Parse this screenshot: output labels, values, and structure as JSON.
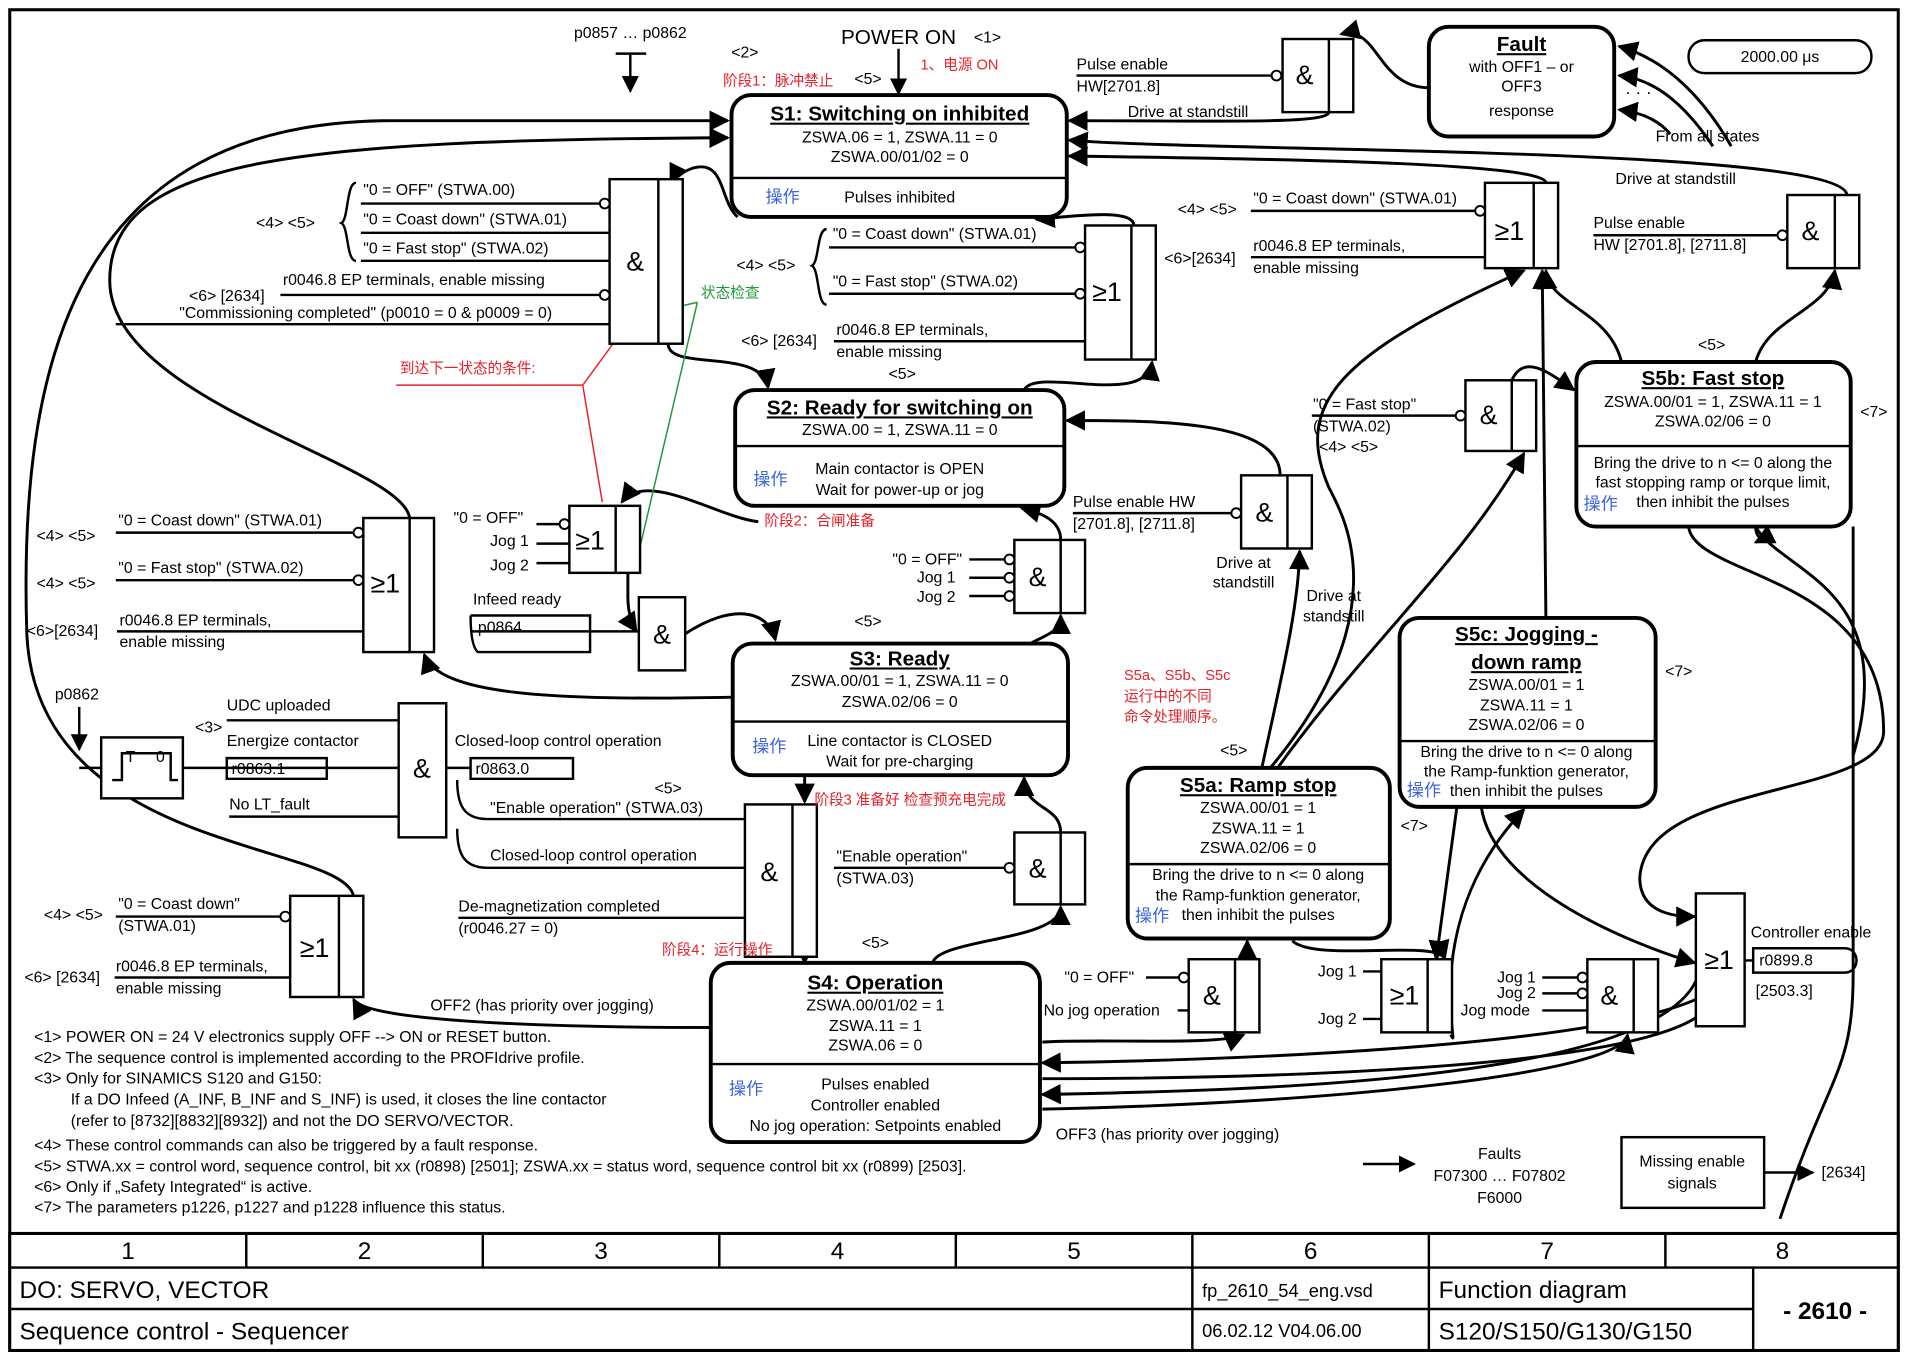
{
  "top": {
    "params": "p0857 … p0862",
    "ref2": "<2>",
    "power_on": "POWER ON",
    "ref1": "<1>",
    "cn_power_on": "1、电源 ON",
    "cn_stage1": "阶段1：脉冲禁止",
    "ref5": "<5>",
    "timing": "2000.00 μs"
  },
  "states": {
    "s1": {
      "title": "S1: Switching on inhibited",
      "lines": [
        "ZSWA.06 = 1, ZSWA.11 = 0",
        "ZSWA.00/01/02 = 0"
      ],
      "action": "操作",
      "desc": [
        "Pulses inhibited"
      ]
    },
    "s2": {
      "title": "S2: Ready for switching on",
      "lines": [
        "ZSWA.00 = 1, ZSWA.11 = 0"
      ],
      "action": "操作",
      "desc": [
        "Main contactor is OPEN",
        "Wait for power-up or jog"
      ]
    },
    "s3": {
      "title": "S3: Ready",
      "lines": [
        "ZSWA.00/01 = 1, ZSWA.11 = 0",
        "ZSWA.02/06 = 0"
      ],
      "action": "操作",
      "desc": [
        "Line contactor is CLOSED",
        "Wait for pre-charging"
      ]
    },
    "s4": {
      "title": "S4: Operation",
      "lines": [
        "ZSWA.00/01/02 = 1",
        "ZSWA.11 = 1",
        "ZSWA.06 = 0"
      ],
      "action": "操作",
      "desc": [
        "Pulses enabled",
        "Controller enabled",
        "No jog operation: Setpoints enabled"
      ]
    },
    "s5a": {
      "title": "S5a: Ramp stop",
      "lines": [
        "ZSWA.00/01 = 1",
        "ZSWA.11 = 1",
        "ZSWA.02/06 = 0"
      ],
      "action": "操作",
      "desc": [
        "Bring the drive to n <= 0 along",
        "the Ramp-funktion generator,",
        "then inhibit the pulses"
      ]
    },
    "s5b": {
      "title": "S5b: Fast stop",
      "lines": [
        "ZSWA.00/01 = 1, ZSWA.11 = 1",
        "ZSWA.02/06 = 0"
      ],
      "action": "操作",
      "desc": [
        "Bring the drive to n <= 0 along the",
        "fast stopping ramp or torque limit,",
        "then inhibit the pulses"
      ]
    },
    "s5c": {
      "title": [
        "S5c: Jogging -",
        "down ramp"
      ],
      "lines": [
        "ZSWA.00/01 = 1",
        "ZSWA.11 = 1",
        "ZSWA.02/06 = 0"
      ],
      "action": "操作",
      "desc": [
        "Bring the drive to n <= 0 along",
        "the Ramp-funktion generator,",
        "then inhibit the pulses"
      ]
    },
    "fault": {
      "title": "Fault",
      "lines": [
        "with OFF1 – or",
        "OFF3",
        "response"
      ]
    }
  },
  "gates": {
    "and": "&",
    "or": "≥1"
  },
  "labels": {
    "ref45": "<4>  <5>",
    "ref45b": "<4> <5>",
    "ref45c": "<4>   <5>",
    "ref5": "<5>",
    "ref7": "<7>",
    "ref3": "<3>",
    "ref6_2634": "<6> [2634]",
    "ref6_2634b": "<6>[2634]",
    "off_stwa00": "\"0 = OFF\" (STWA.00)",
    "coast_stwa01": "\"0 = Coast down\" (STWA.01)",
    "fast_stwa02": "\"0 = Fast stop\" (STWA.02)",
    "ep_missing_full": "r0046.8 EP terminals, enable missing",
    "ep_terminals": "r0046.8 EP terminals,",
    "enable_missing": "enable missing",
    "commissioning": "\"Commissioning completed\" (p0010 = 0 & p0009 = 0)",
    "cn_state_check": "状态检查",
    "cn_next_condition": "到达下一状态的条件:",
    "pulse_enable": "Pulse enable",
    "hw_27018": "HW[2701.8]",
    "hw_both": "HW [2701.8], [2711.8]",
    "drive_standstill": "Drive at standstill",
    "from_all_states": "From all states",
    "fast_stop_q": "\"0 = Fast stop\"",
    "stwa02": "(STWA.02)",
    "pulse_enable_hw": "Pulse enable HW",
    "hw_pair": "[2701.8], [2711.8]",
    "drive_at": "Drive at",
    "standstill": "standstill",
    "cn_stage2": "阶段2：合闸准备",
    "off_q": "\"0 = OFF\"",
    "jog1": "Jog 1",
    "jog2": "Jog 2",
    "jog_mode": "Jog mode",
    "infeed_ready": "Infeed ready",
    "p0864": "p0864",
    "p0862": "p0862",
    "timer_t": "T",
    "timer_0": "0",
    "udc_uploaded": "UDC uploaded",
    "energize_contactor": "Energize contactor",
    "r0863_1": "r0863.1",
    "no_lt_fault": "No LT_fault",
    "closed_loop": "Closed-loop control operation",
    "r0863_0": "r0863.0",
    "cn_stage3": "阶段3 准备好 检查预充电完成",
    "enable_op_stwa03": "\"Enable operation\" (STWA.03)",
    "enable_op_q": "\"Enable operation\"",
    "stwa03": "(STWA.03)",
    "demag": "De-magnetization completed",
    "r0046_27": "(r0046.27 = 0)",
    "cn_stage4": "阶段4：运行操作",
    "coast_q": "\"0 = Coast down\"",
    "stwa01": "(STWA.01)",
    "off2": "OFF2 (has priority over jogging)",
    "off3": "OFF3 (has priority over jogging)",
    "no_jog": "No jog operation",
    "controller_enable": "Controller enable",
    "r0899_8": "r0899.8",
    "ref_2503_3": "[2503.3]",
    "cn_s5_1": "S5a、S5b、S5c",
    "cn_s5_2": "运行中的不同",
    "cn_s5_3": "命令处理顺序。",
    "faults": "Faults",
    "fault_range": "F07300 … F07802",
    "f6000": "F6000",
    "missing_enable": "Missing enable",
    "signals": "signals",
    "ref_2634": "[2634]"
  },
  "notes": [
    "<1> POWER ON = 24 V electronics supply OFF --> ON or RESET button.",
    "<2> The sequence control is implemented according to the PROFIdrive profile.",
    "<3> Only for SINAMICS S120 and G150:",
    "If a DO Infeed (A_INF, B_INF and S_INF) is used, it closes the line contactor",
    "(refer to [8732][8832][8932]) and not the DO SERVO/VECTOR.",
    "<4> These control commands can also be triggered by a fault response.",
    "<5> STWA.xx = control word, sequence control, bit xx (r0898) [2501]; ZSWA.xx = status word, sequence control bit xx (r0899) [2503].",
    "<6> Only if „Safety Integrated“ is active.",
    "<7> The parameters p1226, p1227 and p1228 influence this status."
  ],
  "title_block": {
    "columns": [
      "1",
      "2",
      "3",
      "4",
      "5",
      "6",
      "7",
      "8"
    ],
    "object": "DO: SERVO, VECTOR",
    "name": "Sequence control - Sequencer",
    "file": "fp_2610_54_eng.vsd",
    "date_version": "06.02.12   V04.06.00",
    "type": "Function diagram",
    "devices": "S120/S150/G130/G150",
    "page": "- 2610 -"
  },
  "colors": {
    "annotation_red": "#e8202a",
    "annotation_green": "#1a9a3a",
    "action_blue": "#3a64e0"
  }
}
